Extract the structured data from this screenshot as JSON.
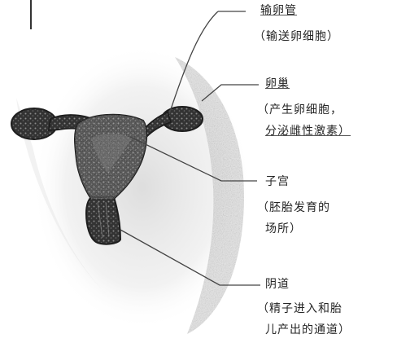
{
  "labels": {
    "fallopian_tube": {
      "name": "输卵管",
      "desc_1": "（输送卵细胞）"
    },
    "ovary": {
      "name": "卵巢",
      "desc_1": "（产生卵细胞，",
      "desc_2": "分泌雌性激素）"
    },
    "uterus": {
      "name": "子宫",
      "desc_1": "（胚胎发育的",
      "desc_2": "场所）"
    },
    "vagina": {
      "name": "阴道",
      "desc_1": "（精子进入和胎",
      "desc_2": "儿产出的通道）"
    }
  },
  "colors": {
    "organ_fill": "#3a3a3a",
    "organ_texture": "#7a7a7a",
    "leader_line": "#444444",
    "shadow": "#bdbdbd"
  }
}
